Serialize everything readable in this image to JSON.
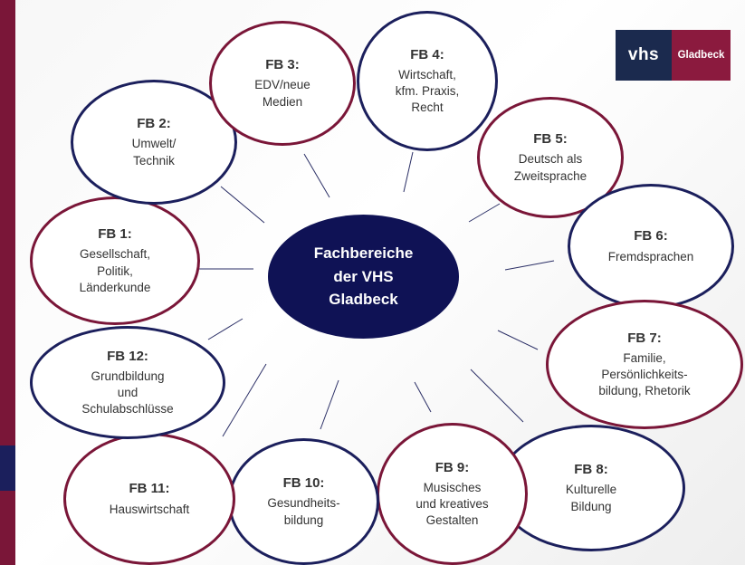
{
  "colors": {
    "navy": "#1b1f5c",
    "wine": "#7a1638",
    "center": "#0f1255",
    "logo_left": "#1b2a4e",
    "logo_right": "#8b1a3e"
  },
  "logo": {
    "left_text": "vhs",
    "right_text": "Gladbeck"
  },
  "center": {
    "text": "Fachbereiche\nder VHS\nGladbeck"
  },
  "bubbles": [
    {
      "code": "FB 1:",
      "desc": "Gesellschaft,\nPolitik,\nLänderkunde"
    },
    {
      "code": "FB 2:",
      "desc": "Umwelt/\nTechnik"
    },
    {
      "code": "FB 3:",
      "desc": "EDV/neue\nMedien"
    },
    {
      "code": "FB 4:",
      "desc": "Wirtschaft,\nkfm. Praxis,\nRecht"
    },
    {
      "code": "FB 5:",
      "desc": "Deutsch als\nZweitsprache"
    },
    {
      "code": "FB 6:",
      "desc": "Fremdsprachen"
    },
    {
      "code": "FB 7:",
      "desc": "Familie,\nPersönlichkeits-\nbildung, Rhetorik"
    },
    {
      "code": "FB 8:",
      "desc": "Kulturelle\nBildung"
    },
    {
      "code": "FB 9:",
      "desc": "Musisches\nund kreatives\nGestalten"
    },
    {
      "code": "FB 10:",
      "desc": "Gesundheits-\nbildung"
    },
    {
      "code": "FB 11:",
      "desc": "Hauswirtschaft"
    },
    {
      "code": "FB 12:",
      "desc": "Grundbildung\nund\nSchulabschlüsse"
    }
  ]
}
